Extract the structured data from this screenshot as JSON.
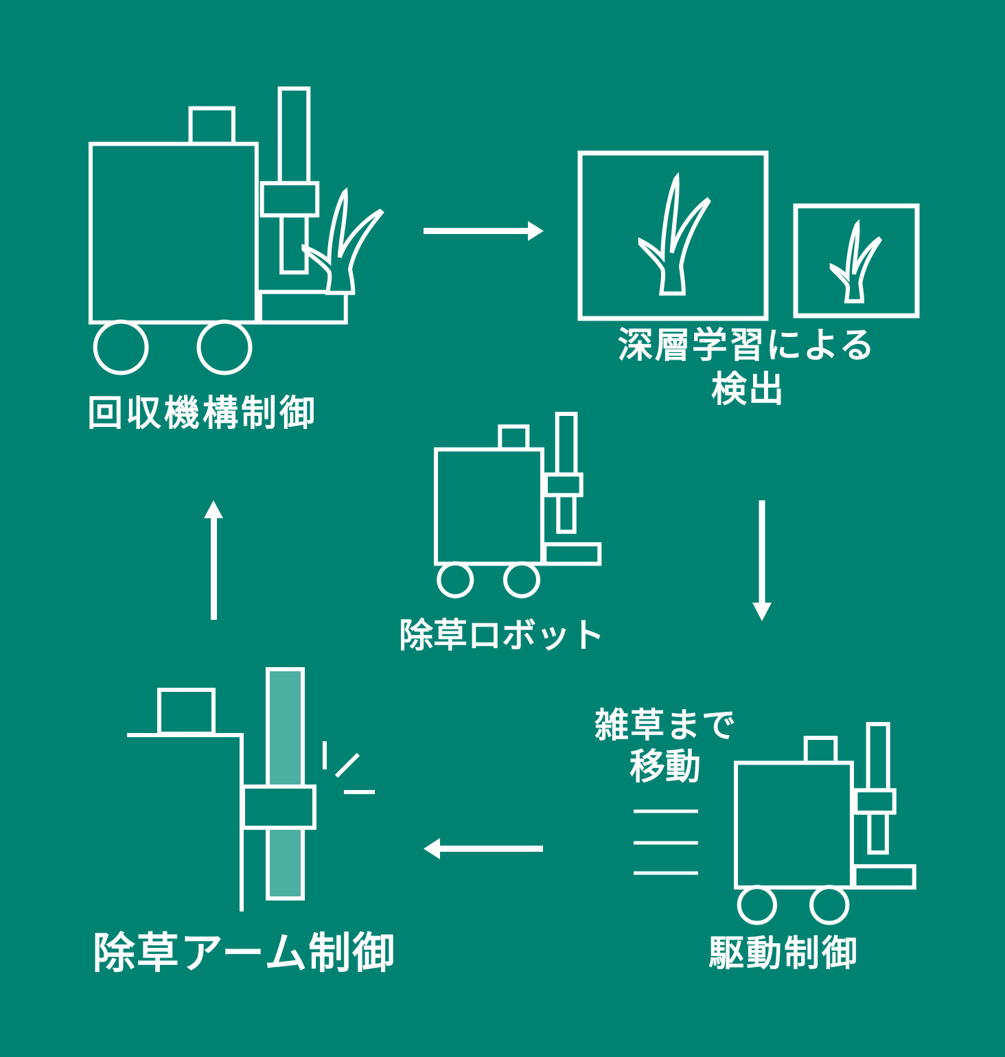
{
  "colors": {
    "background": "#008273",
    "line": "#ffffff",
    "highlight": "#4cafa2"
  },
  "nodes": {
    "collection": {
      "label": "回収機構制御"
    },
    "detection": {
      "label_line1": "深層学習による",
      "label_line2": "検出"
    },
    "robot": {
      "label": "除草ロボット"
    },
    "drive": {
      "label": "駆動制御",
      "annotation_line1": "雑草まで",
      "annotation_line2": "移動"
    },
    "arm": {
      "label": "除草アーム制御"
    }
  },
  "icons": {
    "robot": "weeding-robot-icon",
    "grass": "grass-icon",
    "detection_box_large": "bounding-box-large-icon",
    "detection_box_small": "bounding-box-small-icon",
    "motion_lines": "motion-lines-icon",
    "impact": "impact-spark-icon",
    "arrow_right": "arrow-right-icon",
    "arrow_down": "arrow-down-icon",
    "arrow_left": "arrow-left-icon",
    "arrow_up": "arrow-up-icon"
  }
}
